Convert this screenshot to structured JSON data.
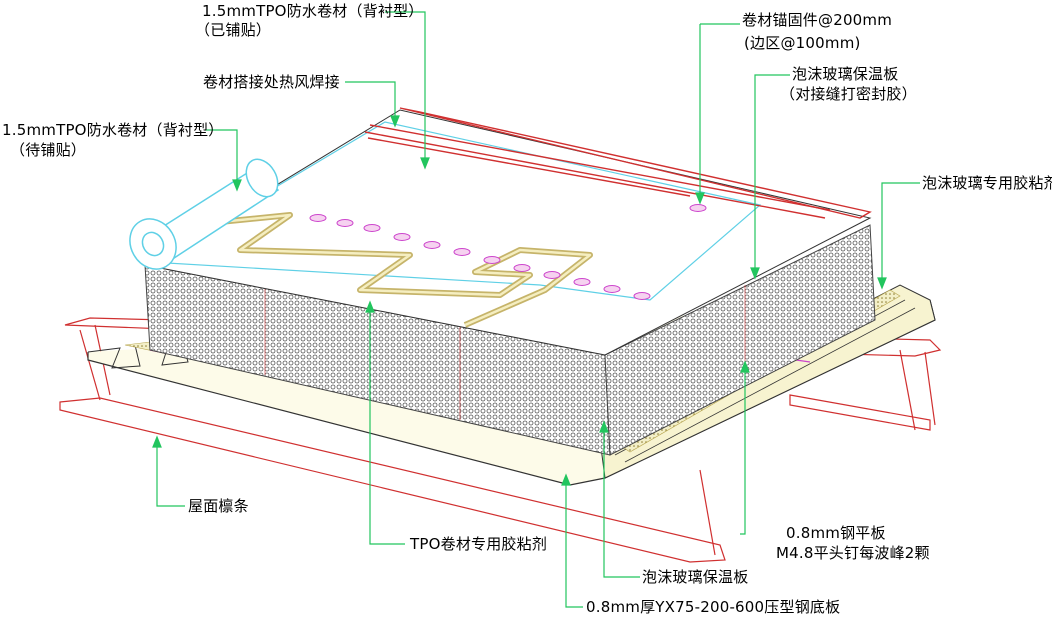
{
  "colors": {
    "outline": "#d03030",
    "leader": "#22c55e",
    "label_text": "#000000",
    "membrane_edge": "#5fd0e6",
    "insulation_fill": "#c8c8c8",
    "adhesive": "#e6d98a",
    "fastener_line": "#cc44cc"
  },
  "labels": {
    "tpo_laid": [
      "1.5mmTPO防水卷材（背衬型）",
      "（已铺贴）"
    ],
    "seam_weld": "卷材搭接处热风焊接",
    "tpo_to_lay": [
      "1.5mmTPO防水卷材（背衬型）",
      "（待铺贴）"
    ],
    "anchor": [
      "卷材锚固件@200mm",
      "(边区@100mm)"
    ],
    "foam_glass_board": [
      "泡沫玻璃保温板",
      "（对接缝打密封胶）"
    ],
    "foam_glass_adhesive": "泡沫玻璃专用胶粘剂",
    "purlin": "屋面檩条",
    "tpo_adhesive": "TPO卷材专用胶粘剂",
    "steel_flat_plate": [
      "0.8mm钢平板",
      "M4.8平头钉每波峰2颗"
    ],
    "foam_glass_insulation": "泡沫玻璃保温板",
    "deck": "0.8mm厚YX75-200-600压型钢底板"
  }
}
